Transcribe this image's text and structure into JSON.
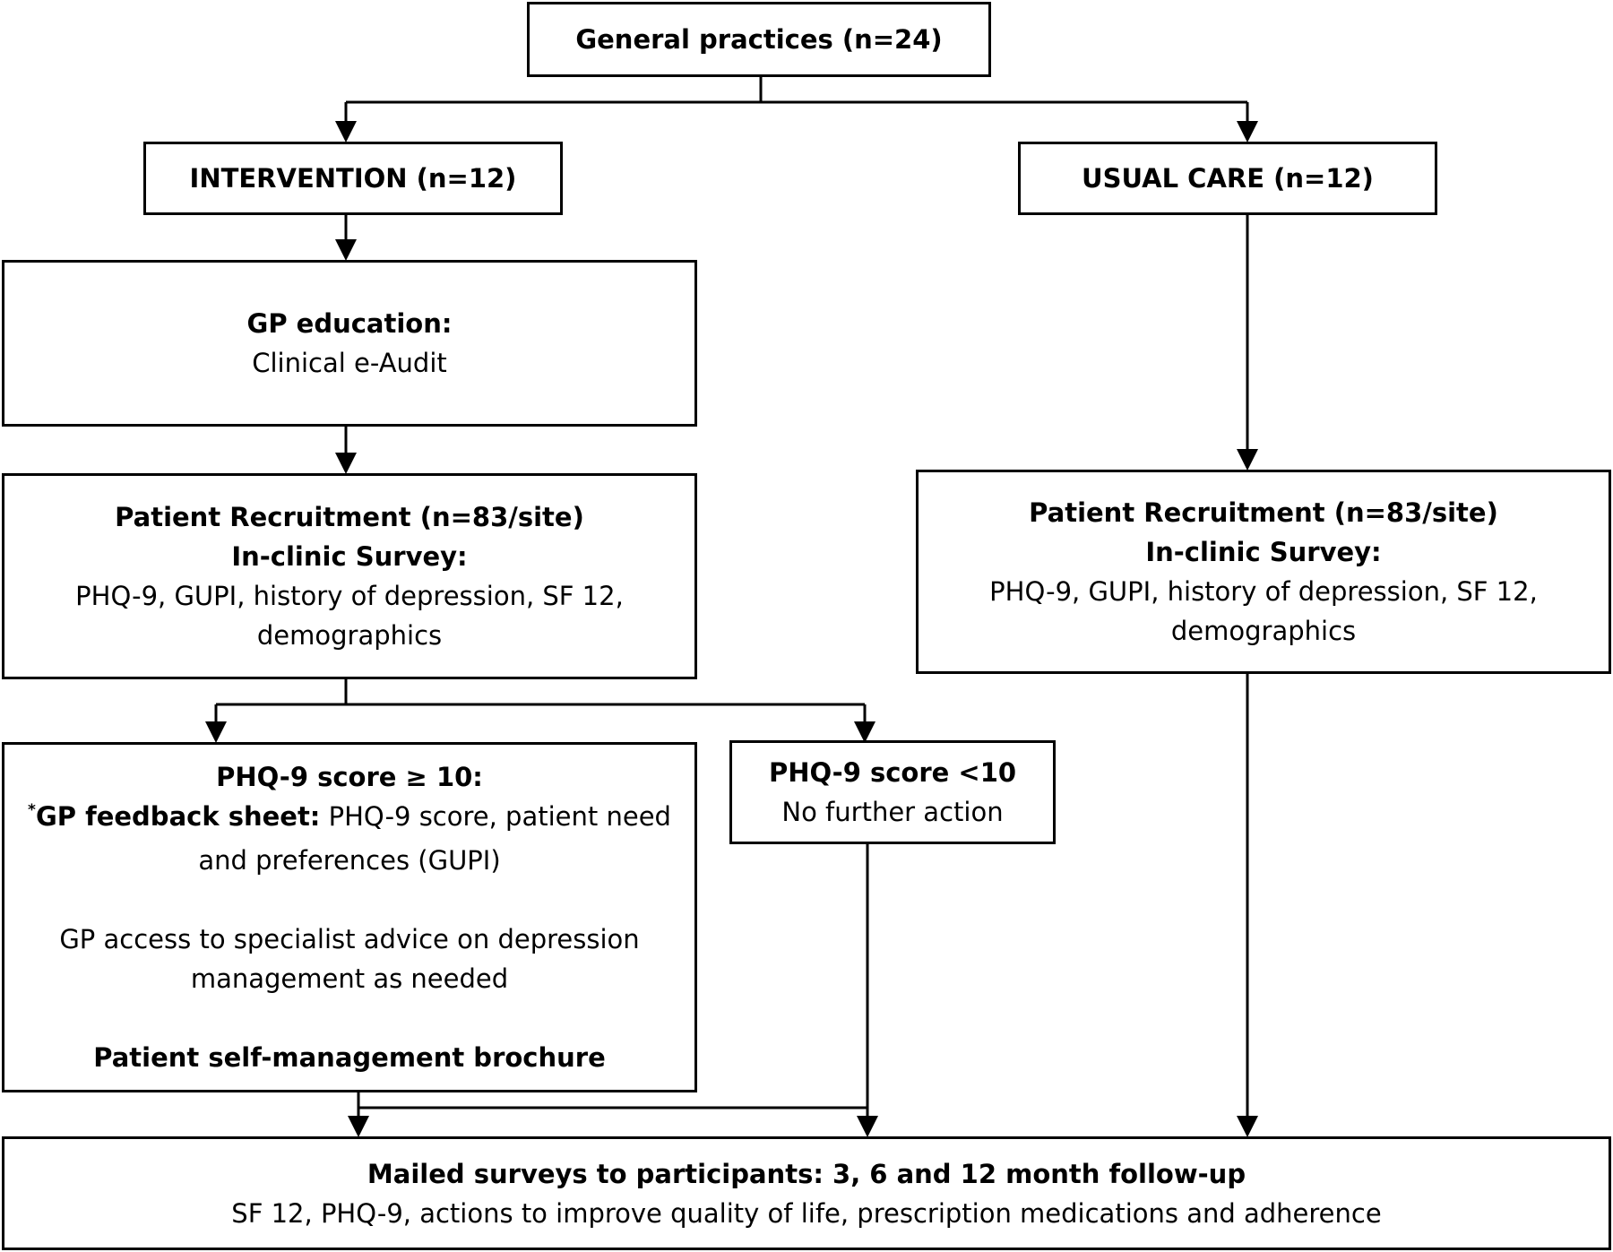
{
  "top": {
    "title": "General practices (n=24)"
  },
  "intervention": {
    "arm": "INTERVENTION (n=12)",
    "education": {
      "title": "GP education:",
      "text": "Clinical e-Audit"
    },
    "recruitment": {
      "title": "Patient Recruitment (n=83/site)",
      "subtitle": "In-clinic Survey:",
      "line1": "PHQ-9, GUPI, history of depression, SF 12,",
      "line2": "demographics"
    },
    "high_score": {
      "title": "PHQ-9 score ≥ 10:",
      "asterisk": "*",
      "feedback_label": "GP feedback sheet:",
      "feedback_text": " PHQ-9 score, patient need",
      "feedback_line2": "and preferences (GUPI)",
      "access_line1": "GP access to specialist advice on depression",
      "access_line2": "management as needed",
      "brochure": "Patient self-management brochure"
    },
    "low_score": {
      "title": "PHQ-9 score <10",
      "text": "No further action"
    }
  },
  "usual_care": {
    "arm": "USUAL CARE (n=12)",
    "recruitment": {
      "title": "Patient Recruitment (n=83/site)",
      "subtitle": "In-clinic Survey:",
      "line1": "PHQ-9, GUPI, history of depression, SF 12,",
      "line2": "demographics"
    }
  },
  "followup": {
    "title": "Mailed surveys to participants: 3, 6 and 12 month follow-up",
    "text": "SF 12, PHQ-9, actions to improve quality of life, prescription medications and adherence"
  }
}
